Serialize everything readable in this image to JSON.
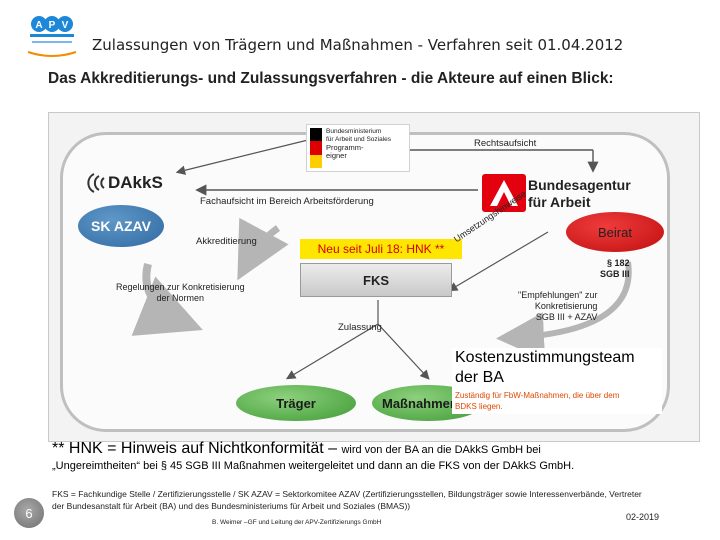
{
  "header": {
    "title": "Zulassungen von Trägern und Maßnahmen - Verfahren seit 01.04.2012",
    "logo_letters": [
      "A",
      "P",
      "V"
    ]
  },
  "banner": "Das Akkreditierungs- und Zulassungsverfahren - die Akteure auf einen Blick:",
  "diagram": {
    "ministry": {
      "name": "Bundesministerium\nfür Arbeit und Soziales",
      "role": "Programm-\neigner"
    },
    "rechtsaufsicht": "Rechtsaufsicht",
    "dakks": "DAkkS",
    "fachaufsicht": "Fachaufsicht im Bereich Arbeitsförderung",
    "ba_name": "Bundesagentur\nfür Arbeit",
    "sk_azav": "SK AZAV",
    "beirat": "Beirat",
    "akkreditierung": "Akkreditierung",
    "hnk_new": "Neu seit Juli 18: HNK **",
    "umsetzung": "Umsetzungshinweise",
    "paragraph": "§ 182\nSGB III",
    "fks": "FKS",
    "regelungen": "Regelungen zur Konkretisierung\nder Normen",
    "empfehlungen": "\"Empfehlungen\" zur\nKonkretisierung\nSGB III + AZAV",
    "zulassung": "Zulassung",
    "traeger": "Träger",
    "massnahmen": "Maßnahmen",
    "kostenzustimmung_title": "Kostenzustimmungsteam\nder BA",
    "kostenzustimmung_desc": "Zuständig für FbW-Maßnahmen, die über dem\nBDKS liegen."
  },
  "footnote": {
    "hnk_big": "** HNK = Hinweis auf Nichtkonformität – ",
    "hnk_small": "wird von der BA an die DAkkS GmbH bei",
    "line2": "„Ungereimtheiten“ bei § 45 SGB III Maßnahmen weitergeleitet und dann an die FKS von der DAkkS GmbH.",
    "abbreviations": "FKS = Fachkundige Stelle / Zertifizierungsstelle  /  SK AZAV = Sektorkomitee AZAV (Zertifizierungsstellen, Bildungsträger sowie Interessenverbände, Vertreter der Bundesanstalt für Arbeit (BA) und des Bundesministeriums für Arbeit und Soziales (BMAS))",
    "author": "B. Weimer –GF und Leitung der APV-Zertifizierungs GmbH"
  },
  "page_number": "6",
  "date": "02-2019",
  "colors": {
    "sk_azav": "#2f6aa2",
    "beirat": "#c00f0f",
    "green": "#3e9b34",
    "hnk_highlight": "#ffe600",
    "hnk_text": "#d40000",
    "kost_desc": "#e04800"
  }
}
